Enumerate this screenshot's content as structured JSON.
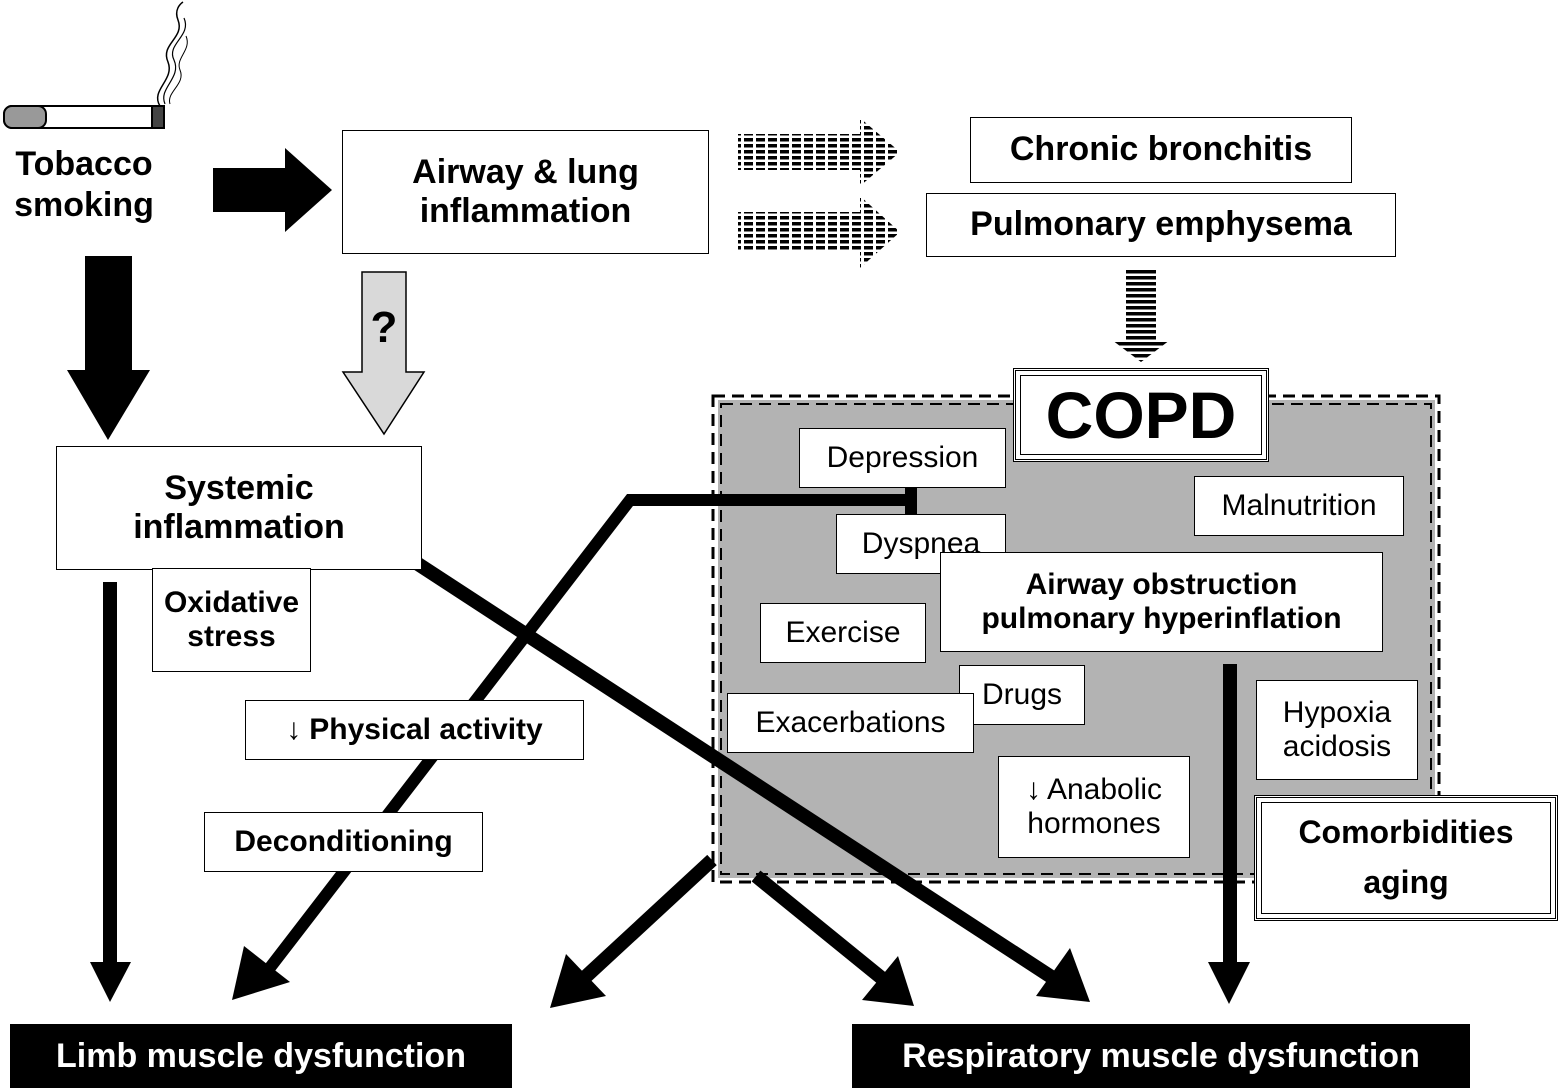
{
  "nodes": {
    "tobacco": [
      "Tobacco",
      "smoking"
    ],
    "airway_lung": [
      "Airway & lung",
      "inflammation"
    ],
    "chronic_bronchitis": "Chronic bronchitis",
    "emphysema": "Pulmonary emphysema",
    "question_mark": "?",
    "copd": "COPD",
    "systemic": [
      "Systemic",
      "inflammation"
    ],
    "oxidative": [
      "Oxidative",
      "stress"
    ],
    "physical_activity": "Physical activity",
    "deconditioning": "Deconditioning",
    "depression": "Depression",
    "malnutrition": "Malnutrition",
    "dyspnea": "Dyspnea",
    "airway_obstruction": [
      "Airway obstruction",
      "pulmonary hyperinflation"
    ],
    "exercise": "Exercise",
    "drugs": "Drugs",
    "exacerbations": "Exacerbations",
    "hypoxia": [
      "Hypoxia",
      "acidosis"
    ],
    "anabolic": [
      "Anabolic",
      "hormones"
    ],
    "comorbidities": [
      "Comorbidities",
      "aging"
    ],
    "limb": "Limb muscle dysfunction",
    "respiratory": "Respiratory muscle dysfunction"
  },
  "symbols": {
    "down_arrow": "↓"
  },
  "colors": {
    "copd_region": "#b3b3b3",
    "question_arrow": "#d9d9d9",
    "ink": "#000000"
  },
  "icons": [
    "cigarette-icon"
  ]
}
